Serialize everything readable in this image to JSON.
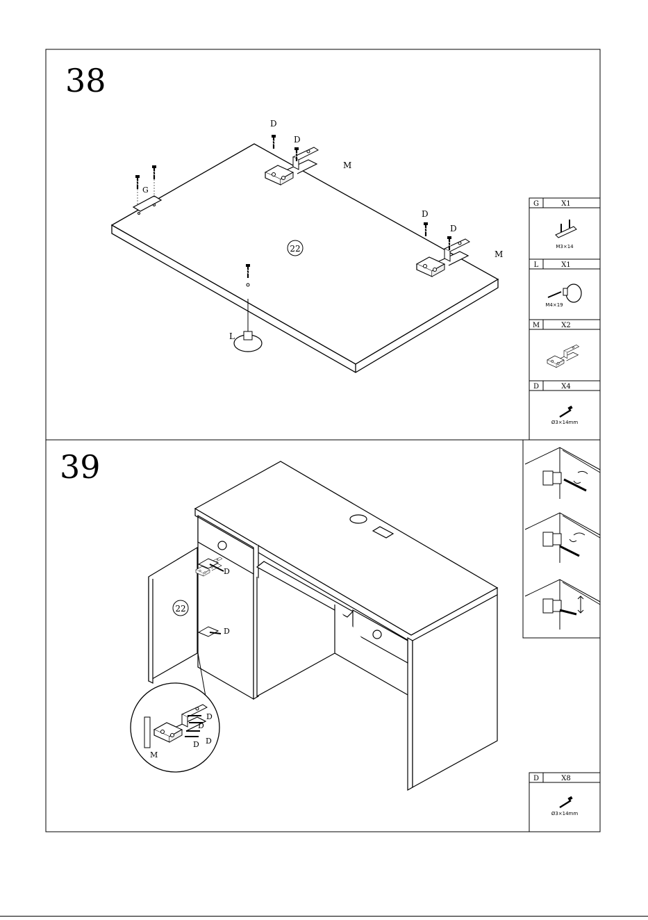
{
  "steps": [
    {
      "number": "38",
      "panel_label": "22",
      "callouts": {
        "G": "G",
        "L": "L",
        "M": "M",
        "D": "D"
      },
      "parts": [
        {
          "letter": "G",
          "qty": "X1",
          "size": "M3×14",
          "icon": "hinge-plate-icon"
        },
        {
          "letter": "L",
          "qty": "X1",
          "size": "M4×19",
          "icon": "knob-icon"
        },
        {
          "letter": "M",
          "qty": "X2",
          "size": "",
          "icon": "hinge-icon"
        },
        {
          "letter": "D",
          "qty": "X4",
          "size": "Ø3×14mm",
          "icon": "screw-icon"
        }
      ]
    },
    {
      "number": "39",
      "panel_label": "22",
      "callouts": {
        "D": "D",
        "M": "M"
      },
      "parts": [
        {
          "letter": "D",
          "qty": "X8",
          "size": "Ø3×14mm",
          "icon": "screw-icon"
        }
      ]
    }
  ]
}
